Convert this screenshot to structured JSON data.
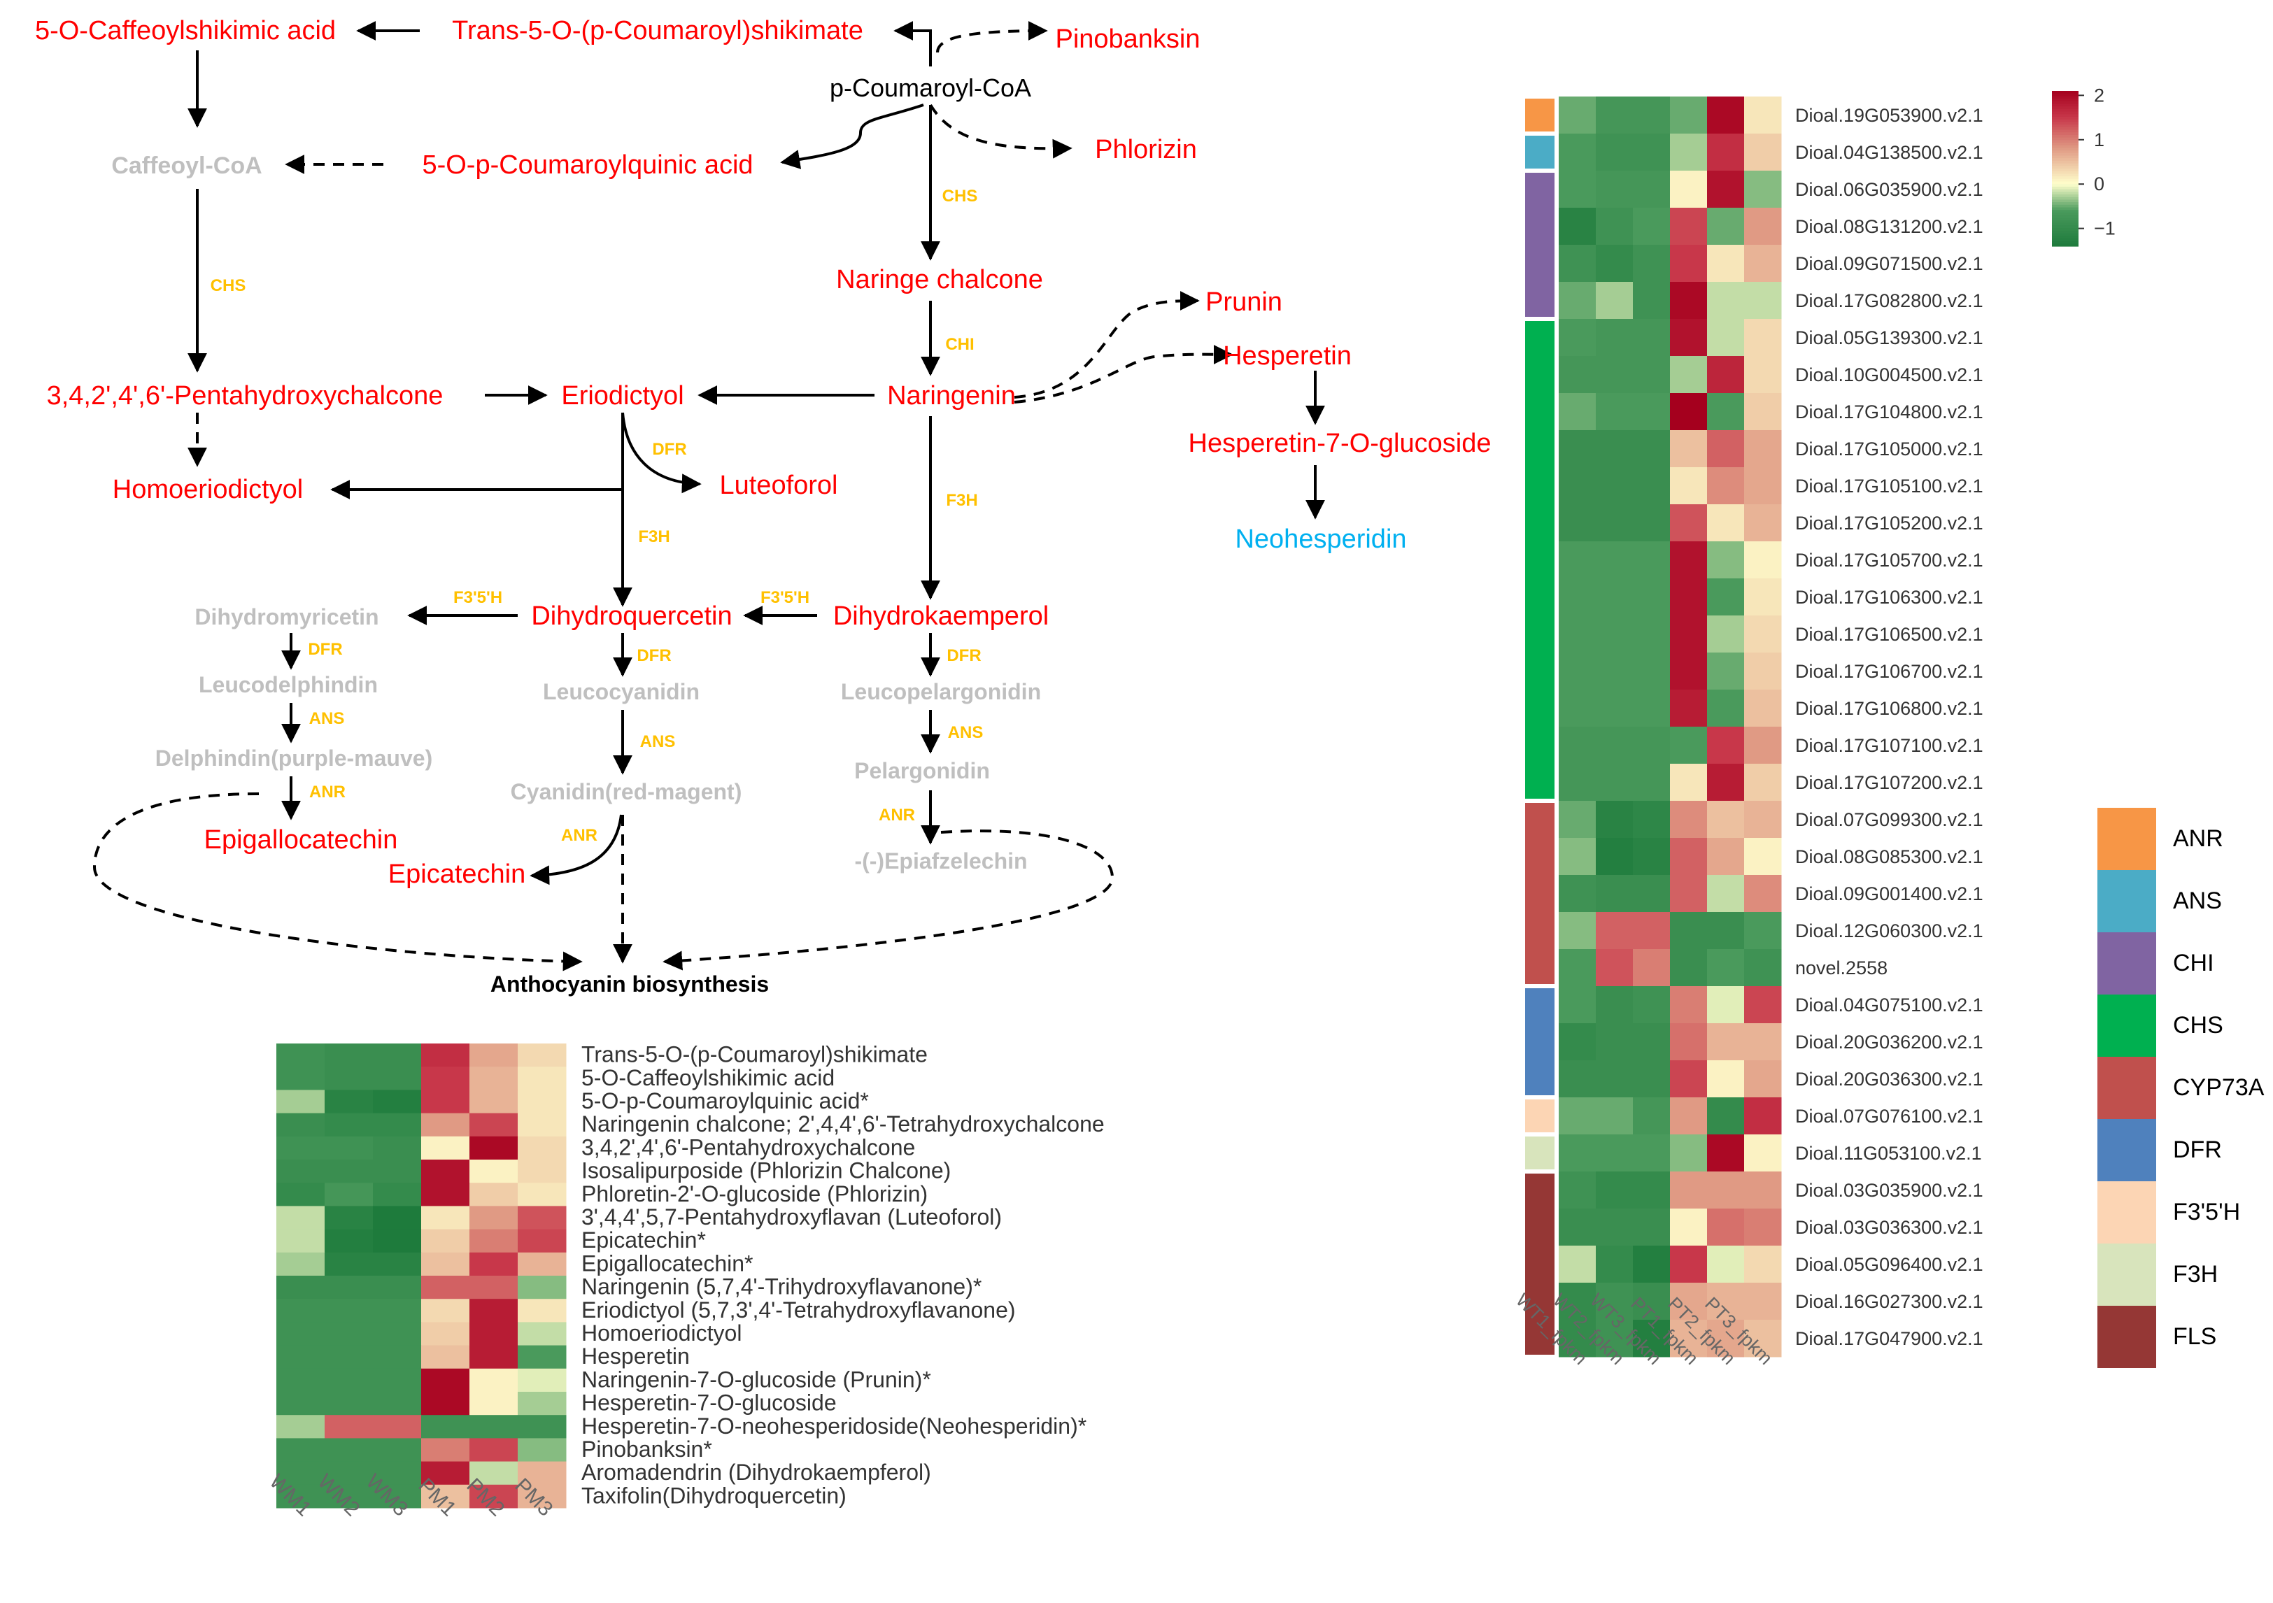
{
  "colors": {
    "red_compound": "#ff0000",
    "gray_compound": "#bfbfbf",
    "black_compound": "#000000",
    "blue_compound": "#00b0f0",
    "enzyme": "#ffc000"
  },
  "pathway": {
    "compounds": {
      "caffeoylshikimic": "5-O-Caffeoylshikimic acid",
      "coumaroylshikimate": "Trans-5-O-(p-Coumaroyl)shikimate",
      "pinobanksin": "Pinobanksin",
      "coumaroyl_coa": "p-Coumaroyl-CoA",
      "caffeoyl_coa": "Caffeoyl-CoA",
      "coumaroylquinic": "5-O-p-Coumaroylquinic acid",
      "phlorizin": "Phlorizin",
      "naringe_chalcone": "Naringe chalcone",
      "prunin": "Prunin",
      "hesperetin": "Hesperetin",
      "pentahydroxychalcone": "3,4,2',4',6'-Pentahydroxychalcone",
      "eriodictyol": "Eriodictyol",
      "naringenin": "Naringenin",
      "hesperetin_glucoside": "Hesperetin-7-O-glucoside",
      "homoeriodictyol": "Homoeriodictyol",
      "luteoforol": "Luteoforol",
      "neohesperidin": "Neohesperidin",
      "dihydromyricetin": "Dihydromyricetin",
      "dihydroquercetin": "Dihydroquercetin",
      "dihydrokaemperol": "Dihydrokaemperol",
      "leucodelphindin": "Leucodelphindin",
      "leucocyanidin": "Leucocyanidin",
      "leucopelargonidin": "Leucopelargonidin",
      "delphindin": "Delphindin(purple-mauve)",
      "cyanidin": "Cyanidin(red-magent)",
      "pelargonidin": "Pelargonidin",
      "epigallocatechin": "Epigallocatechin",
      "epicatechin": "Epicatechin",
      "epiafzelechin": "-(-)Epiafzelechin",
      "anthocyanin": "Anthocyanin biosynthesis"
    },
    "enzymes": {
      "chs_left": "CHS",
      "chs_right": "CHS",
      "chi": "CHI",
      "dfr_erio": "DFR",
      "f3h_center": "F3H",
      "f3h_right": "F3H",
      "f35h_left": "F3'5'H",
      "f35h_right": "F3'5'H",
      "dfr_left": "DFR",
      "dfr_center": "DFR",
      "dfr_right": "DFR",
      "ans_left": "ANS",
      "ans_center": "ANS",
      "ans_right": "ANS",
      "anr_left": "ANR",
      "anr_center": "ANR",
      "anr_right": "ANR"
    }
  },
  "metabolite_heatmap": {
    "columns": [
      "WM1",
      "WM2",
      "WM3",
      "PM1",
      "PM2",
      "PM3"
    ],
    "rows": [
      {
        "label": "Trans-5-O-(p-Coumaroyl)shikimate",
        "values": [
          -0.8,
          -0.9,
          -0.9,
          1.6,
          0.7,
          0.3
        ]
      },
      {
        "label": "5-O-Caffeoylshikimic acid",
        "values": [
          -0.8,
          -0.9,
          -0.9,
          1.5,
          0.6,
          0.2
        ]
      },
      {
        "label": "5-O-p-Coumaroylquinic acid*",
        "values": [
          -0.3,
          -1.2,
          -1.3,
          1.5,
          0.6,
          0.2
        ]
      },
      {
        "label": "Naringenin chalcone; 2',4,4',6'-Tetrahydroxychalcone",
        "values": [
          -0.9,
          -1.0,
          -1.0,
          0.8,
          1.4,
          0.2
        ]
      },
      {
        "label": "3,4,2',4',6'-Pentahydroxychalcone",
        "values": [
          -0.8,
          -0.8,
          -0.9,
          0.1,
          2.0,
          0.3
        ]
      },
      {
        "label": "Isosalipurposide (Phlorizin Chalcone)",
        "values": [
          -0.9,
          -0.9,
          -0.9,
          1.9,
          0.1,
          0.3
        ]
      },
      {
        "label": "Phloretin-2'-O-glucoside (Phlorizin)",
        "values": [
          -1.0,
          -0.7,
          -1.0,
          1.9,
          0.4,
          0.2
        ]
      },
      {
        "label": "3',4,4',5,7-Pentahydroxyflavan (Luteoforol)",
        "values": [
          -0.2,
          -1.2,
          -1.4,
          0.2,
          0.8,
          1.3
        ]
      },
      {
        "label": "Epicatechin*",
        "values": [
          -0.2,
          -1.3,
          -1.4,
          0.4,
          1.0,
          1.4
        ]
      },
      {
        "label": "Epigallocatechin*",
        "values": [
          -0.3,
          -1.2,
          -1.2,
          0.5,
          1.5,
          0.6
        ]
      },
      {
        "label": "Naringenin (5,7,4'-Trihydroxyflavanone)*",
        "values": [
          -0.9,
          -0.9,
          -0.9,
          1.2,
          1.2,
          -0.4
        ]
      },
      {
        "label": "Eriodictyol (5,7,3',4'-Tetrahydroxyflavanone)",
        "values": [
          -0.8,
          -0.8,
          -0.8,
          0.3,
          1.8,
          0.2
        ]
      },
      {
        "label": "Homoeriodictyol",
        "values": [
          -0.8,
          -0.8,
          -0.8,
          0.4,
          1.8,
          -0.2
        ]
      },
      {
        "label": "Hesperetin",
        "values": [
          -0.8,
          -0.8,
          -0.8,
          0.5,
          1.8,
          -0.6
        ]
      },
      {
        "label": "Naringenin-7-O-glucoside (Prunin)*",
        "values": [
          -0.8,
          -0.8,
          -0.8,
          2.0,
          0.1,
          -0.1
        ]
      },
      {
        "label": "Hesperetin-7-O-glucoside",
        "values": [
          -0.8,
          -0.8,
          -0.8,
          2.0,
          0.1,
          -0.3
        ]
      },
      {
        "label": "Hesperetin-7-O-neohesperidoside(Neohesperidin)*",
        "values": [
          -0.3,
          1.2,
          1.2,
          -0.8,
          -0.8,
          -0.8
        ]
      },
      {
        "label": "Pinobanksin*",
        "values": [
          -0.8,
          -0.8,
          -0.8,
          1.0,
          1.4,
          -0.4
        ]
      },
      {
        "label": "Aromadendrin (Dihydrokaempferol)",
        "values": [
          -0.8,
          -0.8,
          -0.8,
          1.8,
          -0.2,
          0.6
        ]
      },
      {
        "label": "Taxifolin(Dihydroquercetin)",
        "values": [
          -0.8,
          -0.8,
          -0.8,
          0.5,
          1.4,
          0.6
        ]
      }
    ]
  },
  "gene_heatmap": {
    "columns": [
      "WT1_fpkm",
      "WT2_fpkm",
      "WT3_fpkm",
      "PT1_fpkm",
      "PT2_fpkm",
      "PT3_fpkm"
    ],
    "scale_ticks": [
      "2",
      "1",
      "0",
      "−1"
    ],
    "rows": [
      {
        "label": "Dioal.19G053900.v2.1",
        "group": "ANR",
        "values": [
          -0.5,
          -0.7,
          -0.7,
          -0.5,
          2.0,
          0.2
        ]
      },
      {
        "label": "Dioal.04G138500.v2.1",
        "group": "ANS",
        "values": [
          -0.6,
          -0.8,
          -0.8,
          -0.3,
          1.6,
          0.4
        ]
      },
      {
        "label": "Dioal.06G035900.v2.1",
        "group": "CHI",
        "values": [
          -0.6,
          -0.7,
          -0.7,
          0.1,
          1.9,
          -0.4
        ]
      },
      {
        "label": "Dioal.08G131200.v2.1",
        "group": "CHI",
        "values": [
          -1.2,
          -0.8,
          -0.6,
          1.4,
          -0.5,
          0.8
        ]
      },
      {
        "label": "Dioal.09G071500.v2.1",
        "group": "CHI",
        "values": [
          -0.8,
          -1.0,
          -0.8,
          1.5,
          0.2,
          0.6
        ]
      },
      {
        "label": "Dioal.17G082800.v2.1",
        "group": "CHI",
        "values": [
          -0.5,
          -0.3,
          -0.8,
          2.0,
          -0.2,
          -0.2
        ]
      },
      {
        "label": "Dioal.05G139300.v2.1",
        "group": "CHS",
        "values": [
          -0.6,
          -0.7,
          -0.7,
          1.9,
          -0.2,
          0.3
        ]
      },
      {
        "label": "Dioal.10G004500.v2.1",
        "group": "CHS",
        "values": [
          -0.7,
          -0.7,
          -0.7,
          -0.3,
          1.7,
          0.3
        ]
      },
      {
        "label": "Dioal.17G104800.v2.1",
        "group": "CHS",
        "values": [
          -0.5,
          -0.6,
          -0.6,
          2.1,
          -0.6,
          0.4
        ]
      },
      {
        "label": "Dioal.17G105000.v2.1",
        "group": "CHS",
        "values": [
          -0.9,
          -0.9,
          -0.9,
          0.5,
          1.2,
          0.7
        ]
      },
      {
        "label": "Dioal.17G105100.v2.1",
        "group": "CHS",
        "values": [
          -0.9,
          -0.9,
          -0.9,
          0.2,
          0.9,
          0.7
        ]
      },
      {
        "label": "Dioal.17G105200.v2.1",
        "group": "CHS",
        "values": [
          -0.9,
          -0.9,
          -0.9,
          1.3,
          0.2,
          0.6
        ]
      },
      {
        "label": "Dioal.17G105700.v2.1",
        "group": "CHS",
        "values": [
          -0.6,
          -0.6,
          -0.6,
          1.9,
          -0.4,
          0.1
        ]
      },
      {
        "label": "Dioal.17G106300.v2.1",
        "group": "CHS",
        "values": [
          -0.6,
          -0.6,
          -0.6,
          1.9,
          -0.6,
          0.2
        ]
      },
      {
        "label": "Dioal.17G106500.v2.1",
        "group": "CHS",
        "values": [
          -0.6,
          -0.6,
          -0.6,
          1.9,
          -0.3,
          0.3
        ]
      },
      {
        "label": "Dioal.17G106700.v2.1",
        "group": "CHS",
        "values": [
          -0.6,
          -0.6,
          -0.6,
          1.9,
          -0.5,
          0.4
        ]
      },
      {
        "label": "Dioal.17G106800.v2.1",
        "group": "CHS",
        "values": [
          -0.6,
          -0.6,
          -0.6,
          1.8,
          -0.6,
          0.5
        ]
      },
      {
        "label": "Dioal.17G107100.v2.1",
        "group": "CHS",
        "values": [
          -0.7,
          -0.7,
          -0.7,
          -0.6,
          1.5,
          0.8
        ]
      },
      {
        "label": "Dioal.17G107200.v2.1",
        "group": "CHS",
        "values": [
          -0.7,
          -0.7,
          -0.7,
          0.2,
          1.8,
          0.4
        ]
      },
      {
        "label": "Dioal.07G099300.v2.1",
        "group": "CYP73A",
        "values": [
          -0.5,
          -1.2,
          -1.1,
          0.9,
          0.5,
          0.6
        ]
      },
      {
        "label": "Dioal.08G085300.v2.1",
        "group": "CYP73A",
        "values": [
          -0.4,
          -1.3,
          -1.2,
          1.2,
          0.7,
          0.1
        ]
      },
      {
        "label": "Dioal.09G001400.v2.1",
        "group": "CYP73A",
        "values": [
          -0.8,
          -0.9,
          -0.9,
          1.2,
          -0.2,
          0.9
        ]
      },
      {
        "label": "Dioal.12G060300.v2.1",
        "group": "CYP73A",
        "values": [
          -0.4,
          1.2,
          1.2,
          -0.9,
          -0.9,
          -0.6
        ]
      },
      {
        "label": "novel.2558",
        "group": "CYP73A",
        "values": [
          -0.6,
          1.3,
          1.0,
          -0.9,
          -0.6,
          -0.8
        ]
      },
      {
        "label": "Dioal.04G075100.v2.1",
        "group": "DFR",
        "values": [
          -0.6,
          -0.9,
          -0.8,
          1.0,
          -0.1,
          1.4
        ]
      },
      {
        "label": "Dioal.20G036200.v2.1",
        "group": "DFR",
        "values": [
          -1.0,
          -0.9,
          -0.9,
          1.1,
          0.6,
          0.6
        ]
      },
      {
        "label": "Dioal.20G036300.v2.1",
        "group": "DFR",
        "values": [
          -0.9,
          -0.9,
          -0.9,
          1.4,
          0.1,
          0.7
        ]
      },
      {
        "label": "Dioal.07G076100.v2.1",
        "group": "F3'5'H",
        "values": [
          -0.5,
          -0.5,
          -0.7,
          0.8,
          -1.0,
          1.6
        ]
      },
      {
        "label": "Dioal.11G053100.v2.1",
        "group": "F3H",
        "values": [
          -0.6,
          -0.6,
          -0.6,
          -0.4,
          2.0,
          0.1
        ]
      },
      {
        "label": "Dioal.03G035900.v2.1",
        "group": "FLS",
        "values": [
          -0.8,
          -1.0,
          -1.0,
          0.8,
          0.8,
          0.8
        ]
      },
      {
        "label": "Dioal.03G036300.v2.1",
        "group": "FLS",
        "values": [
          -0.9,
          -0.9,
          -0.9,
          0.1,
          1.1,
          1.0
        ]
      },
      {
        "label": "Dioal.05G096400.v2.1",
        "group": "FLS",
        "values": [
          -0.2,
          -1.0,
          -1.3,
          1.5,
          -0.1,
          0.3
        ]
      },
      {
        "label": "Dioal.16G027300.v2.1",
        "group": "FLS",
        "values": [
          -1.0,
          -0.8,
          -0.9,
          0.7,
          0.6,
          0.6
        ]
      },
      {
        "label": "Dioal.17G047900.v2.1",
        "group": "FLS",
        "values": [
          -1.0,
          -0.8,
          -1.3,
          0.6,
          0.7,
          0.5
        ]
      }
    ],
    "groups": [
      {
        "name": "ANR",
        "color": "#f79646"
      },
      {
        "name": "ANS",
        "color": "#4bacc6"
      },
      {
        "name": "CHI",
        "color": "#8064a2"
      },
      {
        "name": "CHS",
        "color": "#00b050"
      },
      {
        "name": "CYP73A",
        "color": "#c0504d"
      },
      {
        "name": "DFR",
        "color": "#4f81bd"
      },
      {
        "name": "F3'5'H",
        "color": "#fcd5b4"
      },
      {
        "name": "F3H",
        "color": "#d8e4bc"
      },
      {
        "name": "FLS",
        "color": "#953735"
      }
    ]
  }
}
